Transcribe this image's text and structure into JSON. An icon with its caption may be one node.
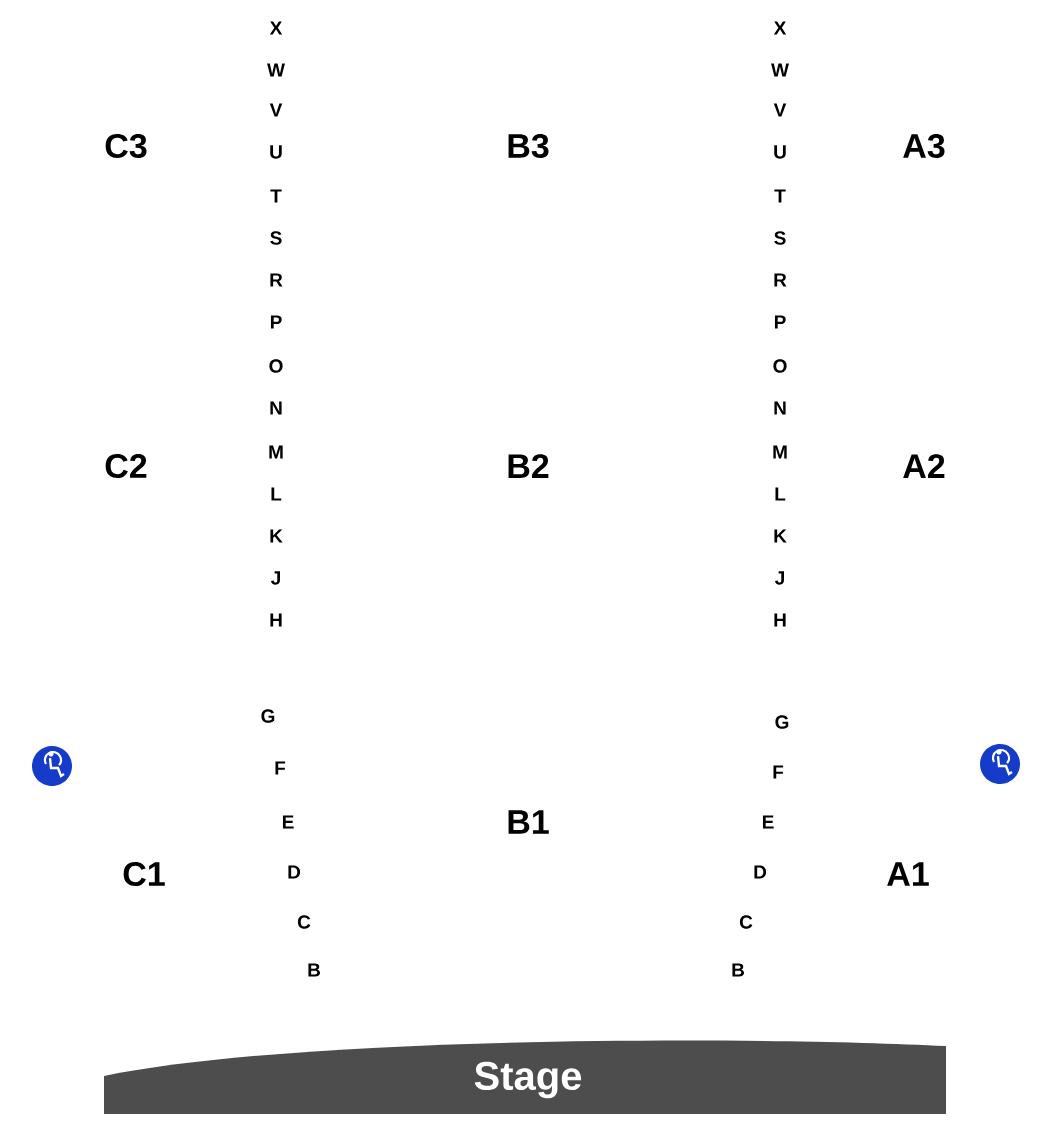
{
  "diagram": {
    "nodes": [
      {
        "text": [
          "Stage"
        ]
      }
    ],
    "labels": [
      "X",
      "X",
      "W",
      "W",
      "V",
      "V",
      "C3",
      "B3",
      "A3",
      "U",
      "U",
      "T",
      "T",
      "S",
      "S",
      "R",
      "R",
      "P",
      "P",
      "O",
      "O",
      "N",
      "N",
      "M",
      "M",
      "C2",
      "B2",
      "A2",
      "L",
      "L",
      "K",
      "K",
      "J",
      "J",
      "H",
      "H",
      "G",
      "G",
      "F",
      "F",
      "E",
      "E",
      "B1",
      "C1",
      "D",
      "D",
      "A1",
      "C",
      "C",
      "B",
      "B"
    ]
  }
}
